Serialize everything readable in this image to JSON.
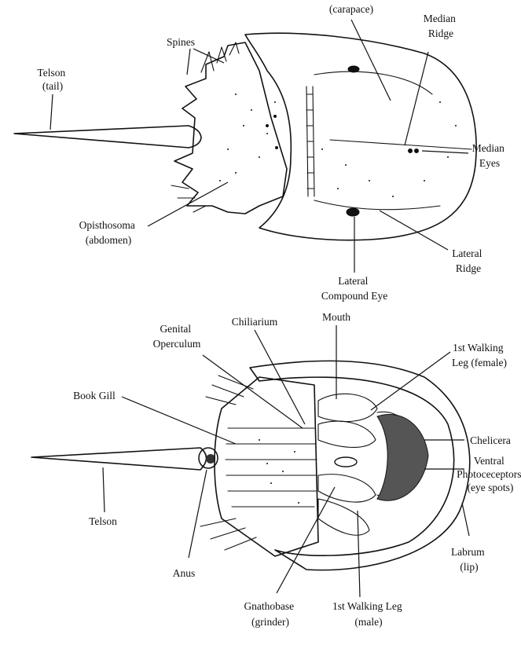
{
  "dorsal_view": {
    "labels": {
      "carapace": [
        "(carapace)"
      ],
      "spines": [
        "Spines"
      ],
      "median_ridge": [
        "Median",
        "Ridge"
      ],
      "telson": [
        "Telson",
        "(tail)"
      ],
      "median_eyes": [
        "Median",
        "Eyes"
      ],
      "opisthosoma": [
        "Opisthosoma",
        "(abdomen)"
      ],
      "lateral_ridge": [
        "Lateral",
        "Ridge"
      ],
      "lateral_compound_eye": [
        "Lateral",
        "Compound Eye"
      ]
    }
  },
  "ventral_view": {
    "labels": {
      "genital_operculum": [
        "Genital",
        "Operculum"
      ],
      "chiliarium": [
        "Chiliarium"
      ],
      "mouth": [
        "Mouth"
      ],
      "walking_leg_female": [
        "1st Walking",
        "Leg (female)"
      ],
      "book_gill": [
        "Book Gill"
      ],
      "chelicera": [
        "Chelicera"
      ],
      "ventral_photoreceptors": [
        "Ventral",
        "Photoceceptors",
        "(eye spots)"
      ],
      "telson": [
        "Telson"
      ],
      "labrum": [
        "Labrum",
        "(lip)"
      ],
      "anus": [
        "Anus"
      ],
      "gnathobase": [
        "Gnathobase",
        "(grinder)"
      ],
      "walking_leg_male": [
        "1st Walking Leg",
        "(male)"
      ]
    }
  }
}
